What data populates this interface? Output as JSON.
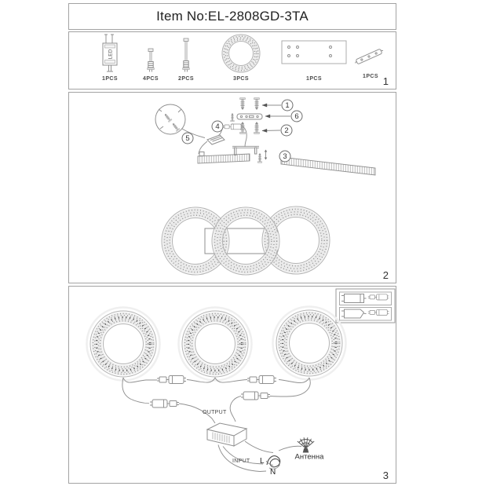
{
  "title": "Item No:EL-2808GD-3TA",
  "parts": {
    "led_text": "LED",
    "items": [
      {
        "name": "led-driver",
        "label": "1PCS"
      },
      {
        "name": "short-screw",
        "label": "4PCS"
      },
      {
        "name": "long-screw",
        "label": "2PCS"
      },
      {
        "name": "light-ring",
        "label": "3PCS"
      },
      {
        "name": "mounting-plate",
        "label": "1PCS"
      },
      {
        "name": "bracket",
        "label": "1PCS"
      }
    ],
    "page_number": "1"
  },
  "assembly": {
    "callouts": [
      {
        "num": "1"
      },
      {
        "num": "2"
      },
      {
        "num": "3"
      },
      {
        "num": "4"
      },
      {
        "num": "5"
      },
      {
        "num": "6"
      }
    ],
    "page_number": "2"
  },
  "wiring": {
    "output_label": "OUTPUT",
    "input_label": "INPUT",
    "live_label": "L",
    "neutral_label": "N",
    "antenna_label": "Антенна",
    "page_number": "3"
  }
}
